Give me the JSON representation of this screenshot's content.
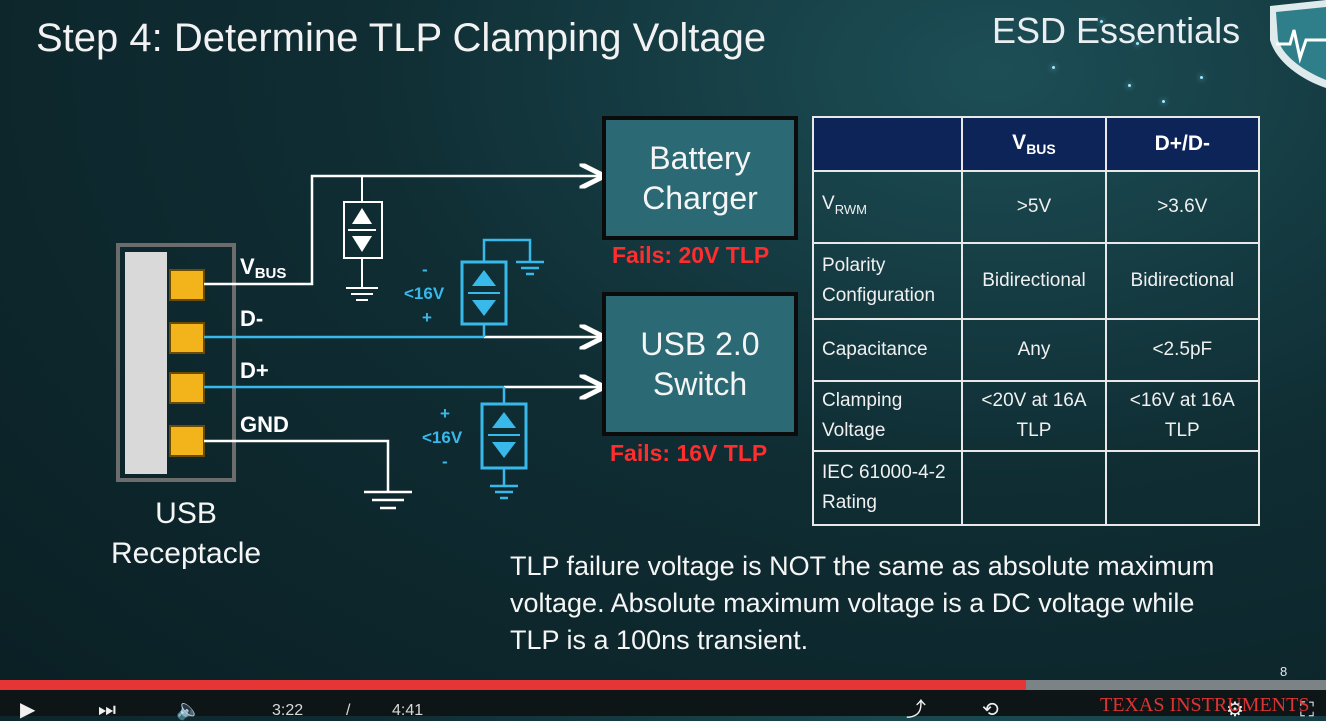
{
  "slide": {
    "title": "Step 4: Determine TLP Clamping Voltage",
    "brand": "ESD Essentials",
    "page_number": "8",
    "note": "TLP failure voltage is NOT the same as absolute maximum voltage. Absolute maximum voltage is a DC voltage while TLP is a 100ns transient."
  },
  "diagram": {
    "usb_label_line1": "USB",
    "usb_label_line2": "Receptacle",
    "pins": {
      "vbus_main": "V",
      "vbus_sub": "BUS",
      "dminus": "D-",
      "dplus": "D+",
      "gnd": "GND"
    },
    "battery_charger_line1": "Battery",
    "battery_charger_line2": "Charger",
    "battery_fail": "Fails: 20V TLP",
    "usb_switch_line1": "USB 2.0",
    "usb_switch_line2": "Switch",
    "switch_fail": "Fails: 16V TLP",
    "tvs_top": {
      "minus": "-",
      "voltage": "<16V",
      "plus": "+"
    },
    "tvs_bottom": {
      "plus": "+",
      "voltage": "<16V",
      "minus": "-"
    }
  },
  "table": {
    "header": {
      "col1_main": "V",
      "col1_sub": "BUS",
      "col2": "D+/D-"
    },
    "rows": [
      {
        "label_main": "V",
        "label_sub": "RWM",
        "vbus": ">5V",
        "data": ">3.6V"
      },
      {
        "label_line1": "Polarity",
        "label_line2": "Configuration",
        "vbus": "Bidirectional",
        "data": "Bidirectional"
      },
      {
        "label": "Capacitance",
        "vbus": "Any",
        "data": "<2.5pF"
      },
      {
        "label_line1": "Clamping",
        "label_line2": "Voltage",
        "vbus_line1": "<20V at 16A",
        "vbus_line2": "TLP",
        "data_line1": "<16V at 16A",
        "data_line2": "TLP"
      },
      {
        "label_line1": "IEC 61000-4-2",
        "label_line2": "Rating",
        "vbus": "",
        "data": ""
      }
    ]
  },
  "player": {
    "progress_fraction": 0.774,
    "time_current": "3:22",
    "time_separator": "/",
    "time_total": "4:41",
    "ti_logo_text": "TEXAS INSTRUMENTS",
    "colors": {
      "progress": "#e63535",
      "tvs": "#39b8ea",
      "fail": "#ff2d2d",
      "table_header": "#0d2458"
    }
  }
}
